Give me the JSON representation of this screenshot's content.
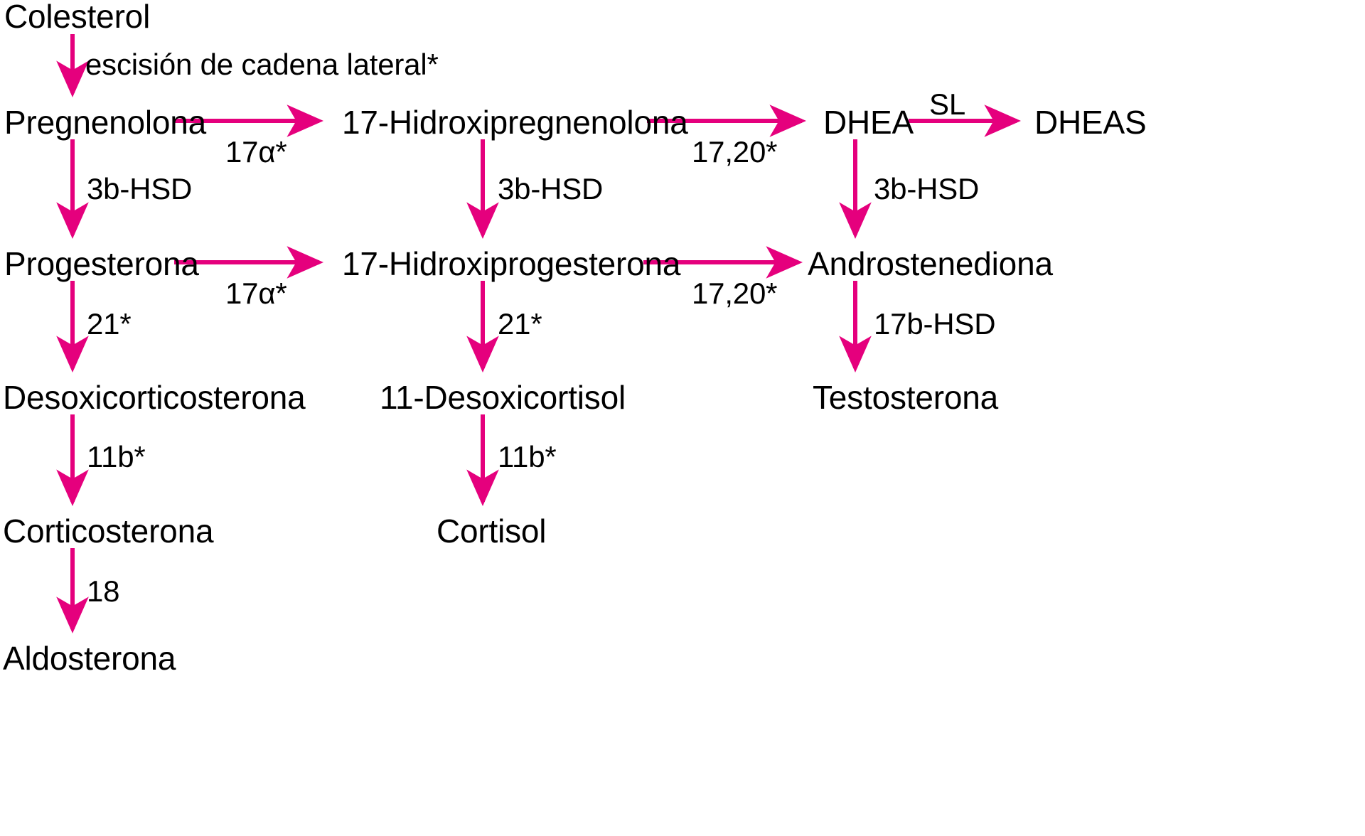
{
  "figure": {
    "title": "Esteroidogénesis suprarrenal",
    "language": "es",
    "arrow_color": "#E5007D",
    "text_color": "#000000",
    "background_color": "#FFFFFF"
  },
  "nodes": {
    "colesterol": "Colesterol",
    "pregnenolona": "Pregnenolona",
    "progesterona": "Progesterona",
    "desoxicorticosterona": "Desoxicorticosterona",
    "corticosterona": "Corticosterona",
    "aldosterona": "Aldosterona",
    "hidroxipregnenolona": "17-Hidroxipregnenolona",
    "hidroxiprogesterona": "17-Hidroxiprogesterona",
    "desoxicortisol": "11-Desoxicortisol",
    "cortisol": "Cortisol",
    "dhea": "DHEA",
    "dheas": "DHEAS",
    "androstenediona": "Androstenediona",
    "testosterona": "Testosterona"
  },
  "enzymes": {
    "escision": "escisión de cadena lateral*",
    "hsd3b_col1": "3b-HSD",
    "hsd3b_col2": "3b-HSD",
    "hsd3b_col3": "3b-HSD",
    "h17a_row1": "17α*",
    "h17a_row2": "17α*",
    "h1720_row1": "17,20*",
    "h1720_row2": "17,20*",
    "sl": "SL",
    "c21_left": "21*",
    "c21_mid": "21*",
    "c11b_left": "11b*",
    "c11b_mid": "11b*",
    "c18": "18",
    "hsd17b": "17b-HSD"
  },
  "chart_data": {
    "type": "diagram",
    "title": "Vía de la esteroidogénesis suprarrenal",
    "reactions": [
      {
        "from": "Colesterol",
        "to": "Pregnenolona",
        "enzyme": "escisión de cadena lateral*",
        "direction": "down"
      },
      {
        "from": "Pregnenolona",
        "to": "17-Hidroxipregnenolona",
        "enzyme": "17α*",
        "direction": "right"
      },
      {
        "from": "17-Hidroxipregnenolona",
        "to": "DHEA",
        "enzyme": "17,20*",
        "direction": "right"
      },
      {
        "from": "DHEA",
        "to": "DHEAS",
        "enzyme": "SL",
        "direction": "right"
      },
      {
        "from": "Pregnenolona",
        "to": "Progesterona",
        "enzyme": "3b-HSD",
        "direction": "down"
      },
      {
        "from": "17-Hidroxipregnenolona",
        "to": "17-Hidroxiprogesterona",
        "enzyme": "3b-HSD",
        "direction": "down"
      },
      {
        "from": "DHEA",
        "to": "Androstenediona",
        "enzyme": "3b-HSD",
        "direction": "down"
      },
      {
        "from": "Progesterona",
        "to": "17-Hidroxiprogesterona",
        "enzyme": "17α*",
        "direction": "right"
      },
      {
        "from": "17-Hidroxiprogesterona",
        "to": "Androstenediona",
        "enzyme": "17,20*",
        "direction": "right"
      },
      {
        "from": "Progesterona",
        "to": "Desoxicorticosterona",
        "enzyme": "21*",
        "direction": "down"
      },
      {
        "from": "17-Hidroxiprogesterona",
        "to": "11-Desoxicortisol",
        "enzyme": "21*",
        "direction": "down"
      },
      {
        "from": "Androstenediona",
        "to": "Testosterona",
        "enzyme": "17b-HSD",
        "direction": "down"
      },
      {
        "from": "Desoxicorticosterona",
        "to": "Corticosterona",
        "enzyme": "11b*",
        "direction": "down"
      },
      {
        "from": "11-Desoxicortisol",
        "to": "Cortisol",
        "enzyme": "11b*",
        "direction": "down"
      },
      {
        "from": "Corticosterona",
        "to": "Aldosterona",
        "enzyme": "18",
        "direction": "down"
      }
    ]
  }
}
